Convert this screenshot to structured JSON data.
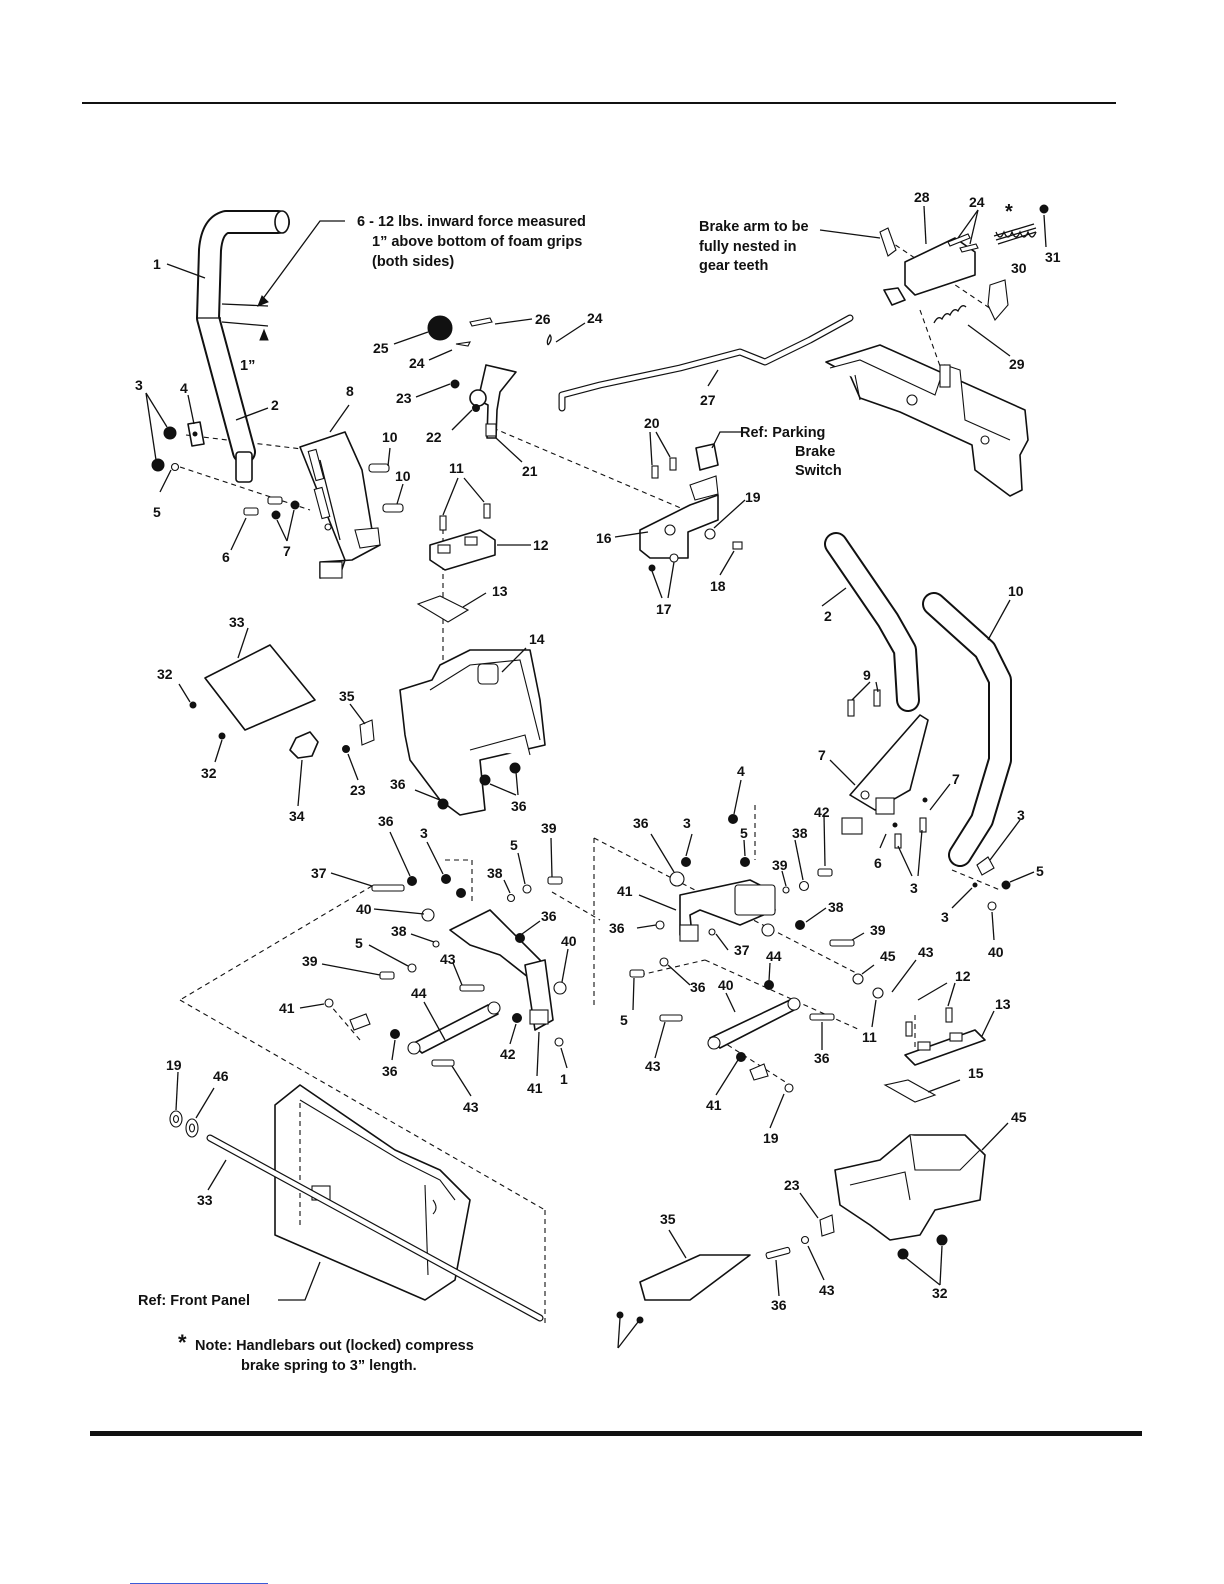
{
  "annotations": {
    "force_line1": "6 - 12 lbs. inward force measured",
    "force_line2": "1” above bottom of foam grips",
    "force_line3": "(both sides)",
    "one_inch": "1”",
    "brake_line1": "Brake arm to be",
    "brake_line2": "fully nested in",
    "brake_line3": "gear teeth",
    "parking_line1": "Ref: Parking",
    "parking_line2": "Brake",
    "parking_line3": "Switch",
    "front_panel": "Ref: Front Panel",
    "note_line1": "Note: Handlebars out (locked) compress",
    "note_line2": "brake spring to 3” length.",
    "asterisk": "*"
  },
  "callouts": [
    "1",
    "2",
    "3",
    "4",
    "5",
    "3",
    "5",
    "6",
    "7",
    "8",
    "10",
    "10",
    "25",
    "24",
    "26",
    "24",
    "23",
    "22",
    "21",
    "27",
    "28",
    "24",
    "30",
    "31",
    "29",
    "20",
    "16",
    "19",
    "18",
    "17",
    "11",
    "12",
    "13",
    "33",
    "32",
    "32",
    "35",
    "34",
    "23",
    "36",
    "14",
    "36",
    "37",
    "36",
    "3",
    "38",
    "5",
    "39",
    "40",
    "38",
    "36",
    "5",
    "39",
    "43",
    "40",
    "41",
    "44",
    "36",
    "43",
    "42",
    "41",
    "1",
    "2",
    "10",
    "9",
    "7",
    "7",
    "6",
    "3",
    "4",
    "3",
    "5",
    "3",
    "40",
    "36",
    "3",
    "5",
    "38",
    "39",
    "42",
    "41",
    "36",
    "38",
    "37",
    "39",
    "5",
    "36",
    "44",
    "40",
    "45",
    "43",
    "43",
    "36",
    "41",
    "19",
    "11",
    "12",
    "13",
    "15",
    "45",
    "19",
    "46",
    "33",
    "35",
    "23",
    "43",
    "36",
    "32"
  ]
}
